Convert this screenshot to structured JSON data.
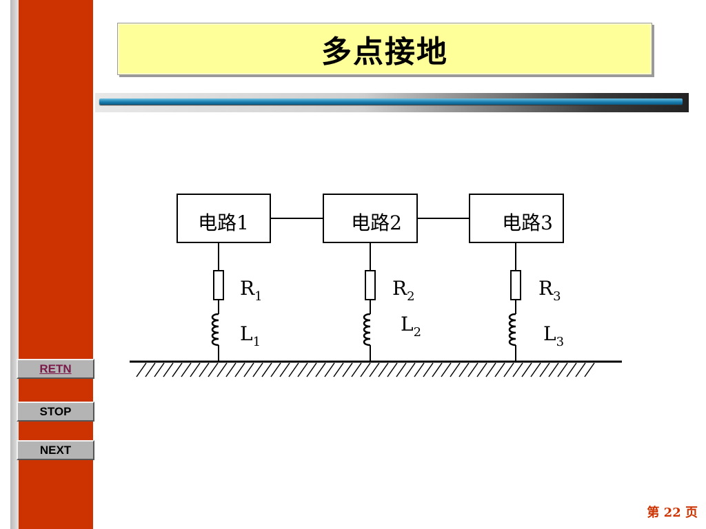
{
  "slide": {
    "title": "多点接地",
    "page_number": "第 22 页"
  },
  "nav": {
    "retn_label": "RETN",
    "stop_label": "STOP",
    "next_label": "NEXT"
  },
  "circuits": [
    {
      "label": "电路1",
      "resistor": "R",
      "resistor_sub": "1",
      "inductor": "L",
      "inductor_sub": "1"
    },
    {
      "label": "电路2",
      "resistor": "R",
      "resistor_sub": "2",
      "inductor": "L",
      "inductor_sub": "2"
    },
    {
      "label": "电路3",
      "resistor": "R",
      "resistor_sub": "3",
      "inductor": "L",
      "inductor_sub": "3"
    }
  ],
  "colors": {
    "sidebar": "#cc3300",
    "title_bg": "#ffff99",
    "divider_blue": "#1a7fb0",
    "page_number": "#cc3300"
  }
}
